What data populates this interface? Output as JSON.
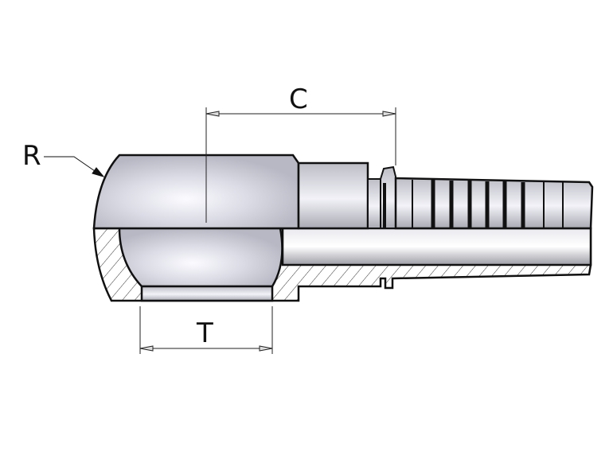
{
  "drawing": {
    "labels": {
      "radius": "R",
      "center_distance": "C",
      "thread": "T"
    },
    "colors": {
      "outline": "#111111",
      "metal": "#c9c9d2",
      "metal_highlight": "#f4f4fa",
      "hatch": "#333333",
      "dimension": "#222222"
    }
  }
}
